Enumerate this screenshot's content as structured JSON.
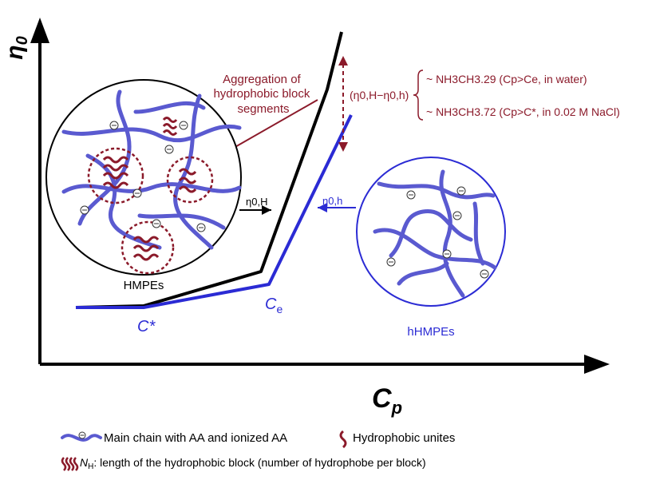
{
  "axes": {
    "y_label_main": "η",
    "y_label_sub": "0",
    "x_label_main": "C",
    "x_label_sub": "p"
  },
  "points": {
    "c_star": "C*",
    "c_e_main": "C",
    "c_e_sub": "e"
  },
  "annotation": {
    "aggregation_lines": [
      "Aggregation of",
      "hydrophobic block",
      "segments"
    ],
    "eta_diff": "(η0,H−η0,h)",
    "eta_H": "η0,H",
    "eta_h": "η0,h",
    "scaling_water": "~ NH3CH3.29 (Cp>Ce, in water)",
    "scaling_nacl": "~ NH3CH3.72 (Cp>C*, in 0.02 M NaCl)"
  },
  "circles": {
    "hmpe_label": "HMPEs",
    "hhmpe_label": "hHMPEs"
  },
  "legend": {
    "main_chain": "Main chain with AA and ionized AA",
    "hydrophobic": "Hydrophobic unites",
    "nh_symbol": "N",
    "nh_sub": "H",
    "nh_text": ": length of the hydrophobic block (number of hydrophobe per block)"
  },
  "colors": {
    "blue": "#2b2bd4",
    "chain": "#5a5ad0",
    "maroon": "#8b1a2a",
    "black": "#000000"
  }
}
